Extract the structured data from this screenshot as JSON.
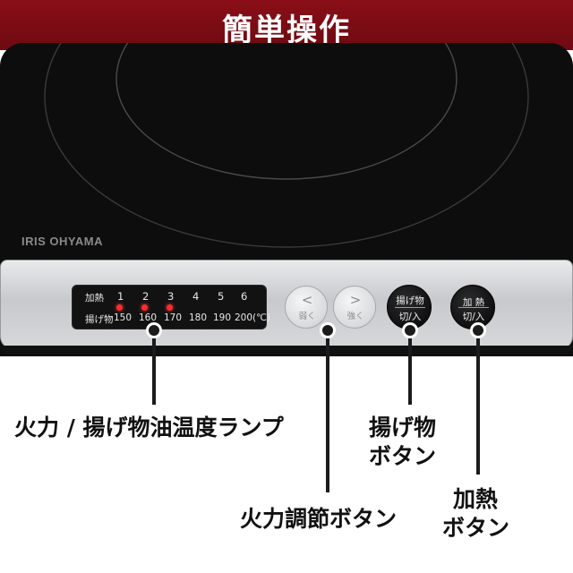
{
  "header": {
    "title": "簡単操作"
  },
  "brand": {
    "text": "IRIS OHYAMA"
  },
  "lamp_panel": {
    "row1_label": "加熱",
    "row2_label": "揚げ物",
    "power_levels": [
      "1",
      "2",
      "3",
      "4",
      "5",
      "6"
    ],
    "temps": [
      "150",
      "160",
      "170",
      "180",
      "190",
      "200(℃)"
    ]
  },
  "buttons": {
    "weaker": {
      "chevron": "<",
      "label": "弱く"
    },
    "stronger": {
      "chevron": ">",
      "label": "強く"
    },
    "fry": {
      "top": "揚げ物",
      "bottom": "切/入"
    },
    "heat": {
      "top": "加 熱",
      "bottom": "切/入"
    }
  },
  "callouts": {
    "lamp": "火力 / 揚げ物油温度ランプ",
    "fry_line1": "揚げ物",
    "fry_line2": "ボタン",
    "power_adjust": "火力調節ボタン",
    "heat_line1": "加熱",
    "heat_line2": "ボタン"
  },
  "colors": {
    "header_band": "#7a0c14",
    "cooktop": "#0d0d0e",
    "lamp_lit": "#ff2b2b"
  }
}
